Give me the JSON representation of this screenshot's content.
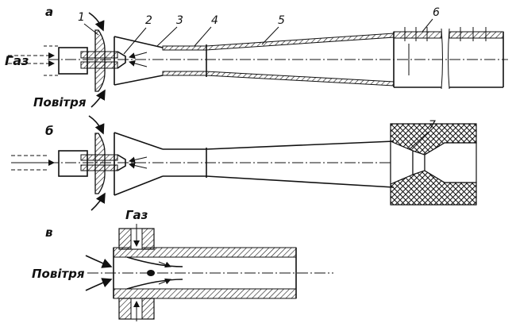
{
  "panels": {
    "a": "а",
    "b": "б",
    "v": "в"
  },
  "labels": {
    "gas_a": "Газ",
    "air_a": "Повітря",
    "gas_c": "Газ",
    "air_c": "Повітря"
  },
  "callouts": {
    "n1": "1",
    "n2": "2",
    "n3": "3",
    "n4": "4",
    "n5": "5",
    "n6": "6",
    "n7": "7"
  }
}
